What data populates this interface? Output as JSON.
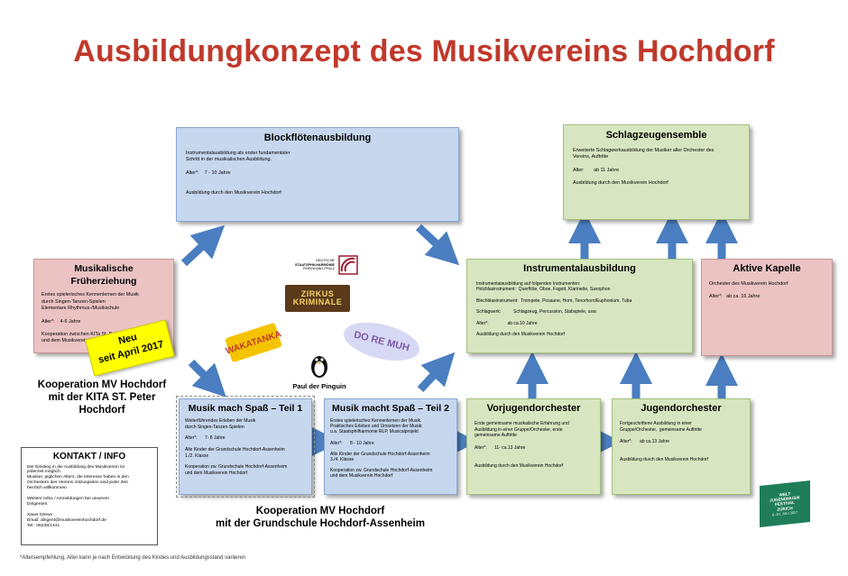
{
  "title": "Ausbildungkonzept des Musikvereins Hochdorf",
  "colors": {
    "title": "#c0392b",
    "blue": "#c6d7ee",
    "green": "#d7e6c0",
    "pink": "#ebc3c3",
    "arrow": "#4a7ec0"
  },
  "boxes": {
    "blockfloete": {
      "title": "Blockflötenausbildung",
      "lines": [
        "Instrumentalausbildung als erster fundamentaler",
        "Schritt in der musikalischen Ausbildung.",
        "",
        "Alter*:    7 - 10 Jahre",
        "",
        "",
        "Ausbildung durch den Musikverein Hochdorf"
      ]
    },
    "schlagzeug": {
      "title": "Schlagzeugensemble",
      "lines": [
        "Erweiterte Schlagwerkausbildung der Musiker aller Orchester des",
        "Vereins, Auftritte",
        "",
        "Alter:       ab 11 Jahre",
        "",
        "Ausbildung durch den Musikverein Hochdorf"
      ]
    },
    "frueherziehung": {
      "title": "Musikalische Früherziehung",
      "lines": [
        "Erstes spielerisches Kennenlernen der Musik",
        "durch Singen-Tanzen-Spielen",
        "Elementare Rhythmus-/Musikschule",
        "",
        "Alter*:    4-6 Jahre",
        "",
        "Kooperation zwischen KITa St. Peter Hochdorf",
        "und dem Musikverein Hochdorf"
      ]
    },
    "instrumental": {
      "title": "Instrumentalausbildung",
      "lines": [
        "Instrumentalausbildung auf folgenden Instrumenten:",
        "Holzblasinstrument:  Querflöte, Oboe, Fagott, Klarinette, Saxophon",
        "",
        "Blechblasinstrument:  Trompete, Posaune, Horn, Tenorhorn/Euphonium, Tuba",
        "",
        "Schlagwerk:          Schlagzeug, Percussion, Stabspiele, usw.",
        "",
        "Alter*:               ab ca.10 Jahre",
        "",
        "Ausbildung durch den Musikverein Hochdorf"
      ]
    },
    "kapelle": {
      "title": "Aktive Kapelle",
      "lines": [
        "Orchester des Musikverein Hochdorf",
        "",
        "Alter*:   ab ca. 16 Jahre"
      ]
    },
    "spass1": {
      "title": "Musik mach Spaß – Teil 1",
      "lines": [
        "Weiterführendes Erleben der Musik",
        "durch Singen-Tanzen-Spielen",
        "",
        "Alter*:      7- 8 Jahre",
        "",
        "Alle Kinder der Grundschule Hochdorf-Assenheim",
        "1./2. Klasse",
        "",
        "Kooperation zw. Grundschule Hochdorf-Assenheim",
        "und dem Musikverein Hochdorf"
      ]
    },
    "spass2": {
      "title": "Musik macht Spaß – Teil 2",
      "lines": [
        "Erstes spielerisches Kennenlernen der Musik.",
        "Praktisches Erleben und Umsetzen der Musik:",
        "u.a. Staatsphilharmonie RLP, Musicalprojekt",
        "",
        "Alter*:      8 - 10 Jahre",
        "",
        "Alle Kinder der Grundschule Hochdorf-Assenheim",
        "3./4. Klasse",
        "",
        "Kooperation zw. Grundschule Hochdorf-Assenheim",
        "und dem Musikverein Hochdorf"
      ]
    },
    "vorjugend": {
      "title": "Vorjugendorchester",
      "lines": [
        "Erste gemeinsame musikalische Erfahrung und",
        "Ausbildung in einer Gruppe/Orchester, erste",
        "gemeinsame Auftritte",
        "",
        "Alter*:      11- ca.13 Jahre",
        "",
        "",
        "Ausbildung durch den Musikverein Hochdorf"
      ]
    },
    "jugend": {
      "title": "Jugendorchester",
      "lines": [
        "Fortgeschrittene Ausbildung in einer",
        "Gruppe/Orchester,  gemeinsame Auftritte",
        "",
        "Alter*:      ab ca.13 Jahre",
        "",
        "",
        "Ausbildung durch den Musikverein Hochdorf"
      ]
    },
    "kontakt": {
      "title": "KONTAKT / INFO",
      "lines": [
        "Der Einstieg in die Ausbildung des Musikverein ist",
        "jederzeit möglich.",
        "Musiker, jeglichen Alters, die Interesse haben in den",
        "Orchestern des Vereins mitzuspielen sind jeder Zeit",
        "herzlich willkommen",
        "",
        "Weitere Infos / Anmeldungen bei unserem",
        "Dirigenten:",
        "",
        "Xaver Drews",
        "Email: dirigent@musikvereinhochdorf.de",
        "Tel.: 06235/1441"
      ]
    }
  },
  "badge": {
    "line1": "Neu",
    "line2": "seit April 2017"
  },
  "coop_kita": {
    "line1": "Kooperation  MV Hochdorf",
    "line2": "mit der KITA ST. Peter Hochdorf"
  },
  "coop_school": {
    "line1": "Kooperation  MV Hochdorf",
    "line2": "mit der Grundschule Hochdorf-Assenheim"
  },
  "logos": {
    "staats": {
      "line1": "DEUTSCHE",
      "line2": "STAATSPHILHARMONIE",
      "line3": "RHEINLAND-PFALZ"
    },
    "zirkus": {
      "line1": "ZIRKUS",
      "line2": "KRIMINALE"
    },
    "wakatanka": "WAKATANKA",
    "doremuh": "DO RE MUH",
    "paul": "Paul der Pinguin",
    "festival": {
      "line1": "WELT",
      "line2": "JUGENDMUSIK",
      "line3": "FESTIVAL",
      "line4": "ZÜRICH",
      "line5": "6.-10. JULI 2017"
    }
  },
  "footnote": "*Altersempfehlung, Alter kann je nach Entwicklung des Kindes und Ausbildungsstand variieren"
}
